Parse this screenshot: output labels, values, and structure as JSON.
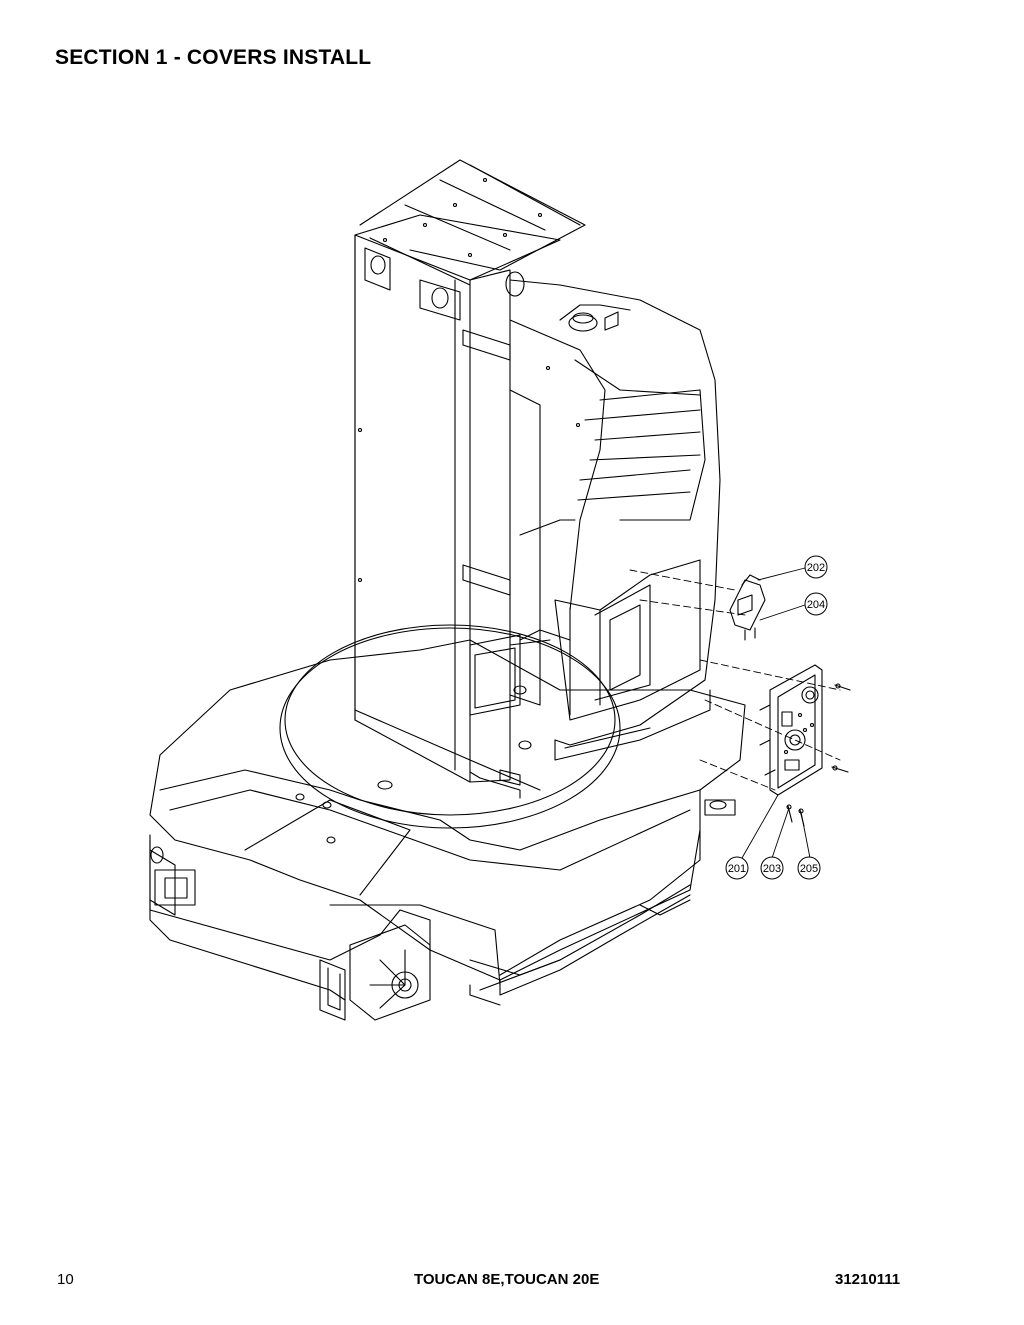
{
  "section_title": "SECTION 1 - COVERS INSTALL",
  "callouts": {
    "c202": "202",
    "c204": "204",
    "c201": "201",
    "c203": "203",
    "c205": "205"
  },
  "footer": {
    "page_number": "10",
    "model": "TOUCAN 8E,TOUCAN 20E",
    "doc_number": "31210111"
  }
}
